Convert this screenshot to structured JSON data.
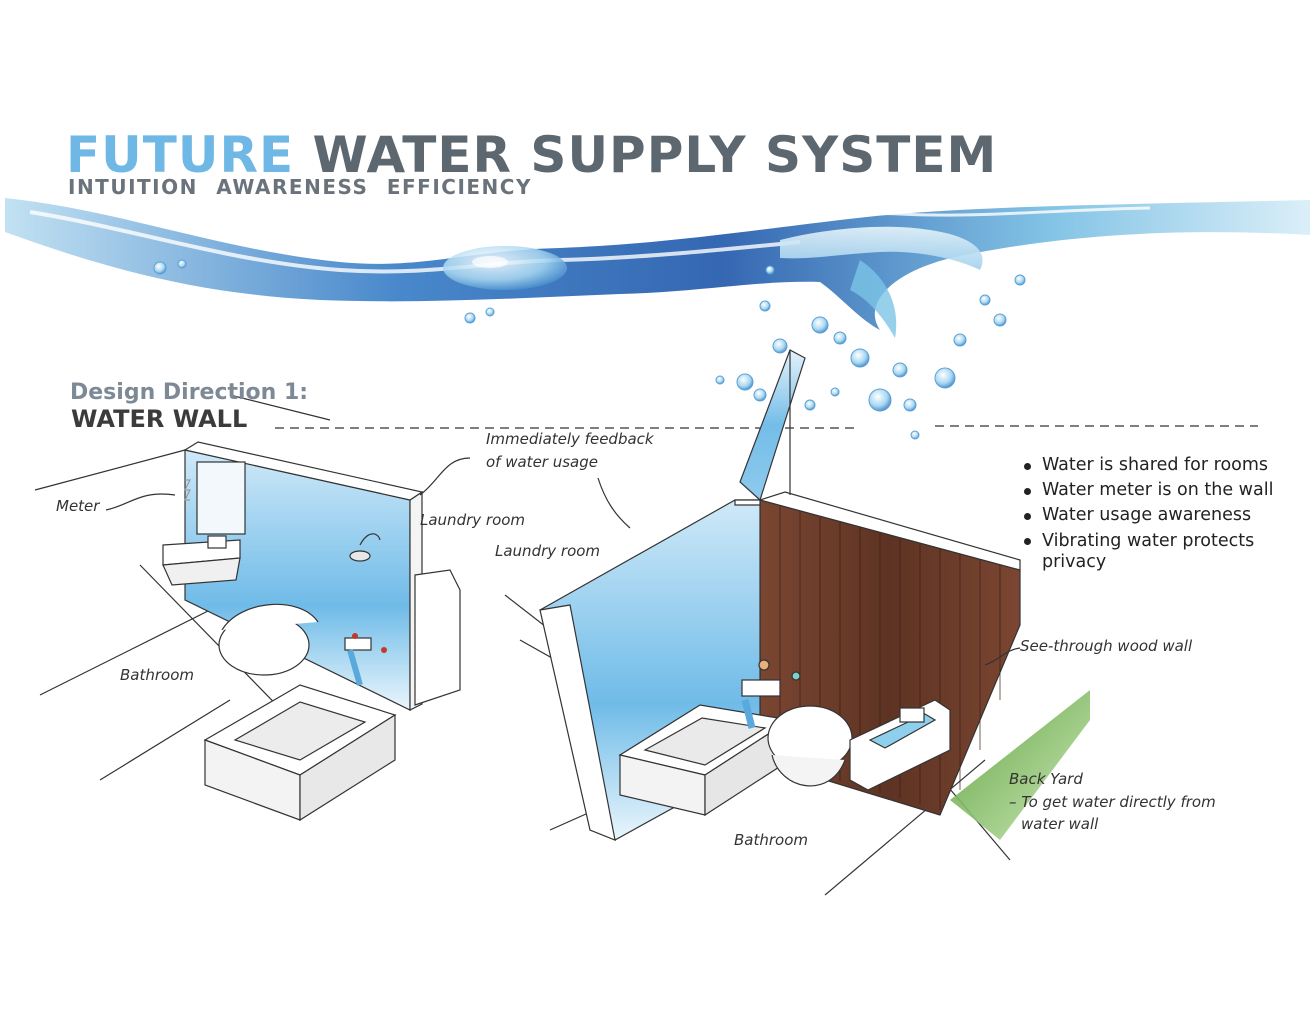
{
  "title": {
    "highlight": "FUTURE",
    "rest": "WATER SUPPLY SYSTEM"
  },
  "subtitle": "INTUITION  AWARENESS  EFFICIENCY",
  "direction": {
    "label": "Design Direction 1:",
    "name": "WATER WALL"
  },
  "annotations": {
    "meter": "Meter",
    "feedback_line1": "Immediately feedback",
    "feedback_line2": "of water usage",
    "laundry_left": "Laundry room",
    "laundry_right": "Laundry room",
    "bathroom_left": "Bathroom",
    "bathroom_right": "Bathroom",
    "wood_wall": "See-through wood wall",
    "backyard_line1": "Back Yard",
    "backyard_line2": "– To get water directly from",
    "backyard_line3": "water wall"
  },
  "bullets": [
    "Water is shared for rooms",
    "Water meter is on the wall",
    "Water usage awareness",
    "Vibrating water protects privacy"
  ],
  "colors": {
    "accent_blue": "#6fb8e6",
    "title_gray": "#5d6770",
    "water_deep": "#1f5fae",
    "wood": "#6b3a26",
    "grass": "#5fa23a"
  }
}
